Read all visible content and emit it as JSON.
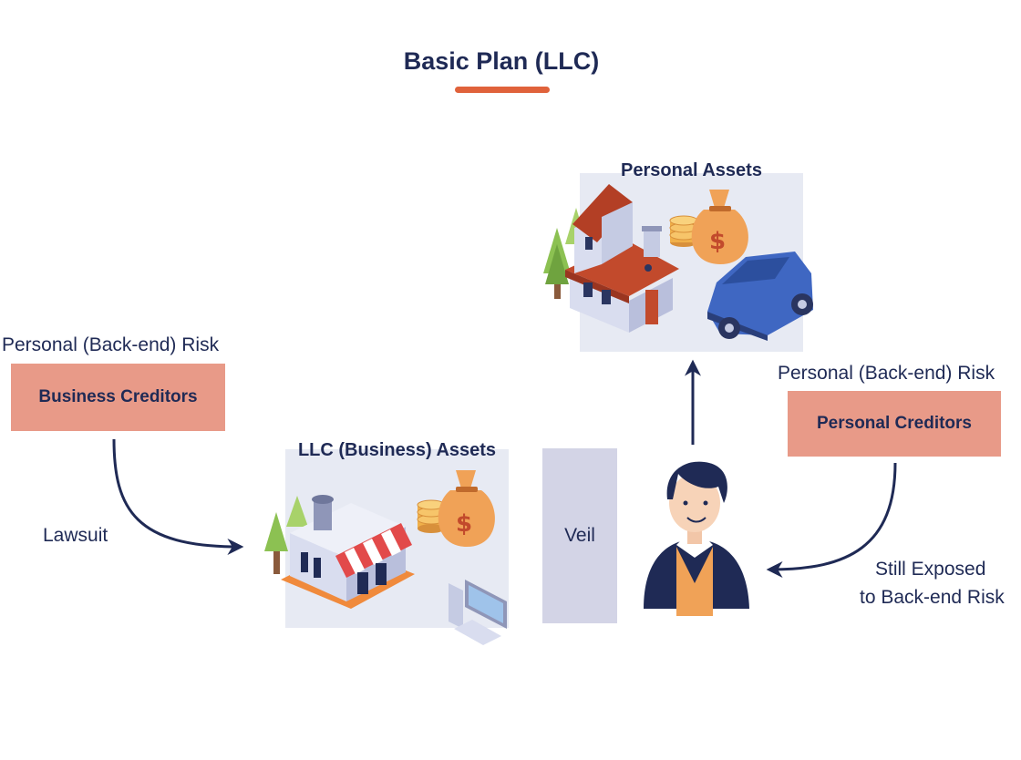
{
  "title": "Basic Plan (LLC)",
  "personal_assets": {
    "label": "Personal Assets"
  },
  "llc_assets": {
    "label": "LLC (Business) Assets"
  },
  "left": {
    "risk_label": "Personal (Back-end) Risk",
    "creditor": "Business Creditors",
    "arrow_label": "Lawsuit"
  },
  "right": {
    "risk_label": "Personal (Back-end) Risk",
    "creditor": "Personal Creditors",
    "arrow_label_line1": "Still Exposed",
    "arrow_label_line2": "to Back-end Risk"
  },
  "veil": {
    "label": "Veil"
  },
  "colors": {
    "navy": "#1f2a55",
    "accent_orange": "#e0623b",
    "creditor_box": "#e89a88",
    "panel": "#e7eaf3",
    "veil": "#d3d4e6"
  },
  "icons": [
    "house-icon",
    "car-icon",
    "money-bag-icon",
    "coin-stack-icon",
    "store-icon",
    "computer-icon",
    "person-icon",
    "tree-icon"
  ]
}
